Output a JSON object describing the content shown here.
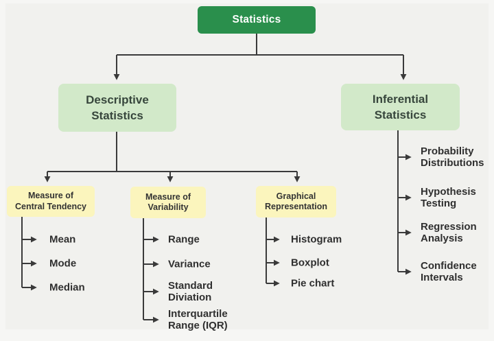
{
  "diagram": {
    "root": {
      "label": "Statistics"
    },
    "descriptive": {
      "label": "Descriptive\nStatistics",
      "groups": {
        "central": {
          "label": "Measure of\nCentral Tendency",
          "items": [
            "Mean",
            "Mode",
            "Median"
          ]
        },
        "variability": {
          "label": "Measure of\nVariability",
          "items": [
            "Range",
            "Variance",
            "Standard\nDiviation",
            "Interquartile\nRange (IQR)"
          ]
        },
        "graphical": {
          "label": "Graphical\nRepresentation",
          "items": [
            "Histogram",
            "Boxplot",
            "Pie chart"
          ]
        }
      }
    },
    "inferential": {
      "label": "Inferential\nStatistics",
      "items": [
        "Probability\nDistributions",
        "Hypothesis\nTesting",
        "Regression\nAnalysis",
        "Confidence\nIntervals"
      ]
    },
    "colors": {
      "root_fill": "#2a8f4c",
      "branch_fill": "#d2e9c9",
      "group_fill": "#fbf5bd",
      "wire": "#3a3a3a",
      "background": "#f1f1ee"
    }
  }
}
